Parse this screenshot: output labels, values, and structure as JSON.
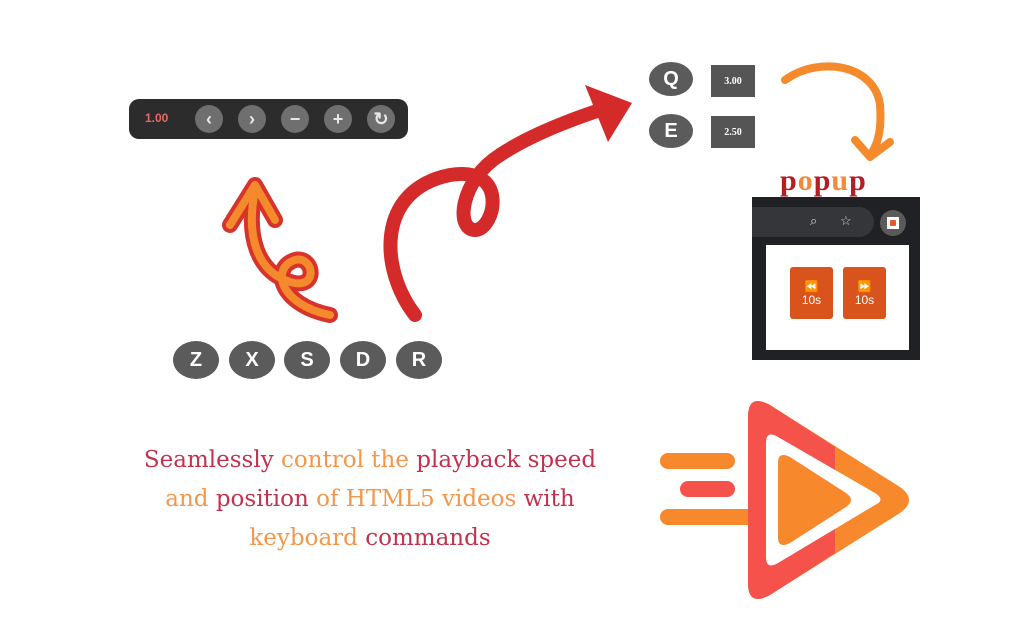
{
  "colors": {
    "red_arrow": "#d42a2a",
    "orange": "#f58a2c",
    "logo_red": "#f4524a",
    "logo_orange": "#f7892c",
    "text_crimson": "#c2324e",
    "text_orange": "#f5964a",
    "popup_button": "#d9541d",
    "dark_bar": "#2c2c2c"
  },
  "toolbar": {
    "speed": "1.00",
    "buttons": [
      {
        "name": "rewind",
        "glyph": "‹"
      },
      {
        "name": "advance",
        "glyph": "›"
      },
      {
        "name": "slower",
        "glyph": "−"
      },
      {
        "name": "faster",
        "glyph": "+"
      },
      {
        "name": "reset",
        "glyph": "↻"
      }
    ]
  },
  "shortcut_keys": [
    "Z",
    "X",
    "S",
    "D",
    "R"
  ],
  "preferred_speeds": [
    {
      "key": "Q",
      "value": "3.00"
    },
    {
      "key": "E",
      "value": "2.50"
    }
  ],
  "popup": {
    "title": "popup",
    "rewind": {
      "icon": "⏪",
      "label": "10s"
    },
    "forward": {
      "icon": "⏩",
      "label": "10s"
    }
  },
  "tagline": {
    "line1": [
      {
        "text": "Seamlessly ",
        "style": "c1"
      },
      {
        "text": "control the ",
        "style": "c2"
      },
      {
        "text": "playback speed",
        "style": "c1"
      }
    ],
    "line2": [
      {
        "text": "and ",
        "style": "c2"
      },
      {
        "text": "position ",
        "style": "c1"
      },
      {
        "text": "of HTML5 videos ",
        "style": "c2"
      },
      {
        "text": "with",
        "style": "c1"
      }
    ],
    "line3": [
      {
        "text": "keyboard ",
        "style": "c2"
      },
      {
        "text": "commands",
        "style": "c1"
      }
    ]
  }
}
